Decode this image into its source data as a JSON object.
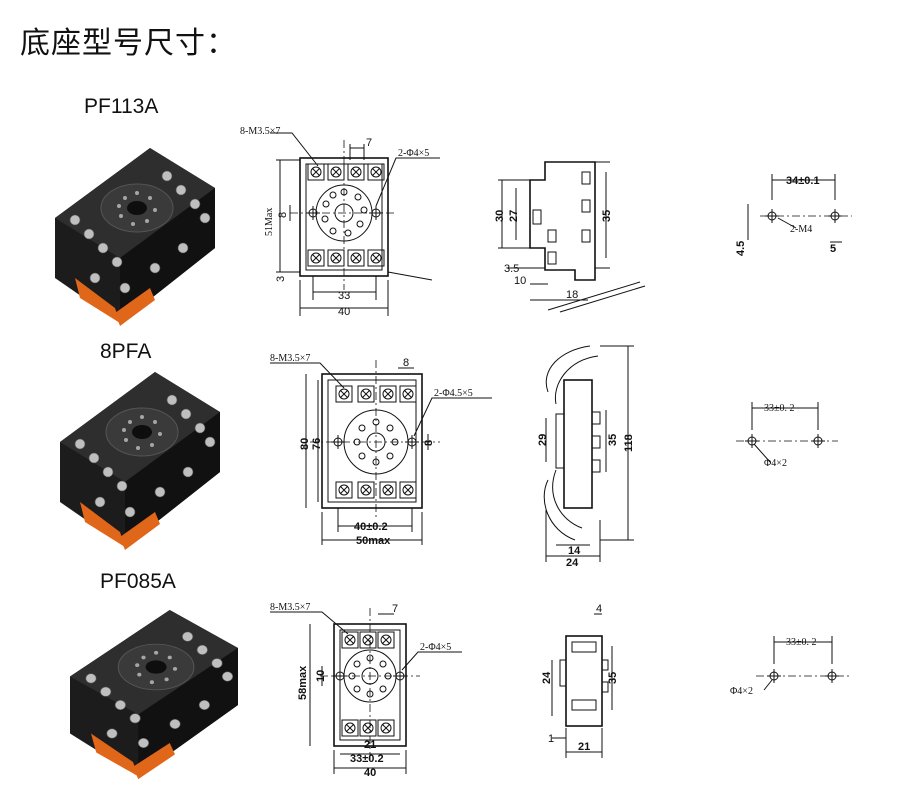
{
  "page_title": "底座型号尺寸：",
  "models": [
    {
      "name": "PF113A",
      "front": {
        "screw": "8-M3.5×7",
        "pitch": "7",
        "mount_hole": "2-Φ4×5",
        "height": "51Max",
        "small": "8",
        "width_inner": "33",
        "width_outer": "40",
        "edge": "3"
      },
      "side": {
        "h1": "30",
        "h2": "27",
        "h3": "35",
        "d1": "3.5",
        "d2": "10",
        "d3": "18"
      },
      "mount": {
        "spacing": "34±0.1",
        "screw": "2-M4",
        "d1": "4.5",
        "d2": "5"
      }
    },
    {
      "name": "8PFA",
      "front": {
        "screw": "8-M3.5×7",
        "pitch": "8",
        "mount_hole": "2-Φ4.5×5",
        "h1": "80",
        "h2": "76",
        "small": "8",
        "width_inner": "40±0.2",
        "width_outer": "50max"
      },
      "side": {
        "h1": "29",
        "h2": "35",
        "h3": "118",
        "d1": "14",
        "d2": "24"
      },
      "mount": {
        "spacing": "33±0. 2",
        "hole": "Φ4×2"
      }
    },
    {
      "name": "PF085A",
      "front": {
        "screw": "8-M3.5×7",
        "pitch": "7",
        "mount_hole": "2-Φ4×5",
        "height": "58max",
        "small": "10",
        "w1": "21",
        "w2": "33±0.2",
        "w3": "40"
      },
      "side": {
        "top": "4",
        "h1": "24",
        "h2": "35",
        "d1": "1",
        "d2": "21"
      },
      "mount": {
        "spacing": "33±0. 2",
        "hole": "Φ4×2"
      }
    }
  ]
}
